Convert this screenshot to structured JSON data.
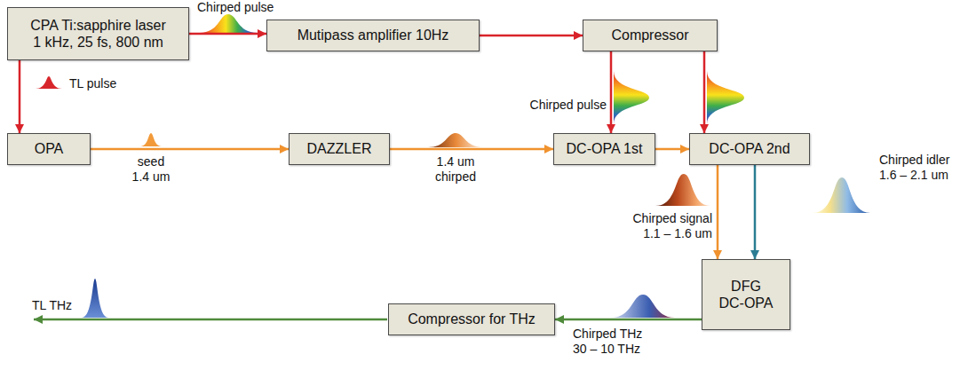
{
  "diagram": {
    "nodes": [
      {
        "text": [
          "CPA Ti:sapphire laser 1 kHz, 25 fs, 800 nm"
        ]
      },
      {
        "text": [
          "Mutipass amplifier 10Hz"
        ]
      },
      {
        "text": [
          "Compressor"
        ]
      },
      {
        "text": [
          "OPA"
        ]
      },
      {
        "text": [
          "DAZZLER"
        ]
      },
      {
        "text": [
          "DC-OPA 1st"
        ]
      },
      {
        "text": [
          "DC-OPA 2nd"
        ]
      },
      {
        "text": [
          "DFG DC-OPA"
        ]
      },
      {
        "text": [
          "Compressor for THz"
        ]
      }
    ],
    "edges": [
      {
        "from": 0,
        "to": 1,
        "arrow": "to",
        "label": "Chirped pulse"
      },
      {
        "from": 0,
        "to": 3,
        "arrow": "to",
        "label": "TL pulse"
      },
      {
        "from": 1,
        "to": 2,
        "arrow": "to"
      },
      {
        "from": 2,
        "to": 5,
        "arrow": "to",
        "label": "Chirped pulse"
      },
      {
        "from": 2,
        "to": 6,
        "arrow": "to"
      },
      {
        "from": 3,
        "to": 4,
        "arrow": "to",
        "label": "seed 1.4 um"
      },
      {
        "from": 4,
        "to": 5,
        "arrow": "to",
        "label": "1.4 um chirped"
      },
      {
        "from": 5,
        "to": 6,
        "arrow": "to"
      },
      {
        "from": 6,
        "to": 7,
        "arrow": "to",
        "label": "Chirped signal 1.1 – 1.6 um"
      },
      {
        "from": 6,
        "to": 7,
        "arrow": "to",
        "label": "Chirped idler 1.6 – 2.1 um"
      },
      {
        "from": 7,
        "to": 8,
        "arrow": "to",
        "label": "Chirped THz 30 – 10 THz"
      }
    ],
    "labels": [
      "TL THz"
    ]
  }
}
